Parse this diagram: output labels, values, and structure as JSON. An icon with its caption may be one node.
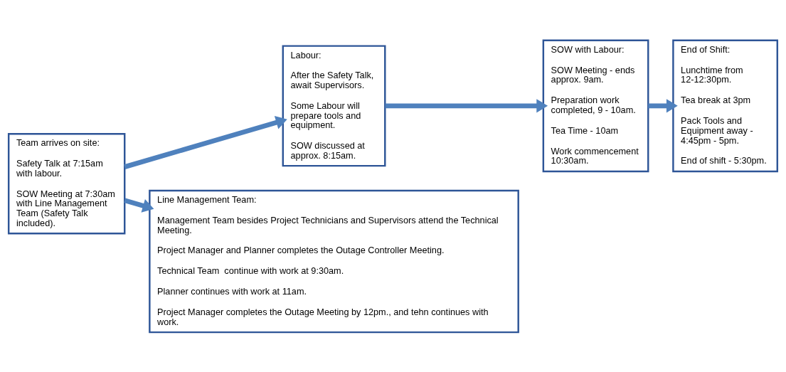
{
  "diagram": {
    "nodes": [
      {
        "text": [
          "Team arrives on site:",
          "Safety Talk at 7:15am with labour.",
          "SOW Meeting at 7:30am with Line Management Team (Safety Talk included)."
        ]
      },
      {
        "text": [
          "Labour:",
          "After the Safety Talk, await Supervisors.",
          "Some Labour will prepare tools and equipment.",
          "SOW discussed at approx. 8:15am."
        ]
      },
      {
        "text": [
          "SOW with Labour:",
          "SOW Meeting - ends approx. 9am.",
          "Preparation work completed, 9 - 10am.",
          "Tea Time - 10am",
          "Work commencement 10:30am."
        ]
      },
      {
        "text": [
          "End of Shift:",
          "Lunchtime from 12-12:30pm.",
          "Tea break at 3pm",
          "Pack Tools and Equipment away - 4:45pm - 5pm.",
          "End of shift - 5:30pm."
        ]
      },
      {
        "text": [
          "Line Management Team:",
          "Management Team besides Project Technicians and Supervisors attend the Technical Meeting.",
          "Project Manager and Planner completes the Outage Controller Meeting.",
          "Technical Team  continue with work at 9:30am.",
          "Planner continues with work at 11am.",
          "Project Manager completes the Outage Meeting by 12pm., and tehn continues with work."
        ]
      }
    ],
    "edges": [
      {
        "from": 0,
        "to": 1,
        "arrow": "to"
      },
      {
        "from": 1,
        "to": 2,
        "arrow": "to"
      },
      {
        "from": 2,
        "to": 3,
        "arrow": "to"
      },
      {
        "from": 0,
        "to": 4,
        "arrow": "to"
      }
    ]
  }
}
